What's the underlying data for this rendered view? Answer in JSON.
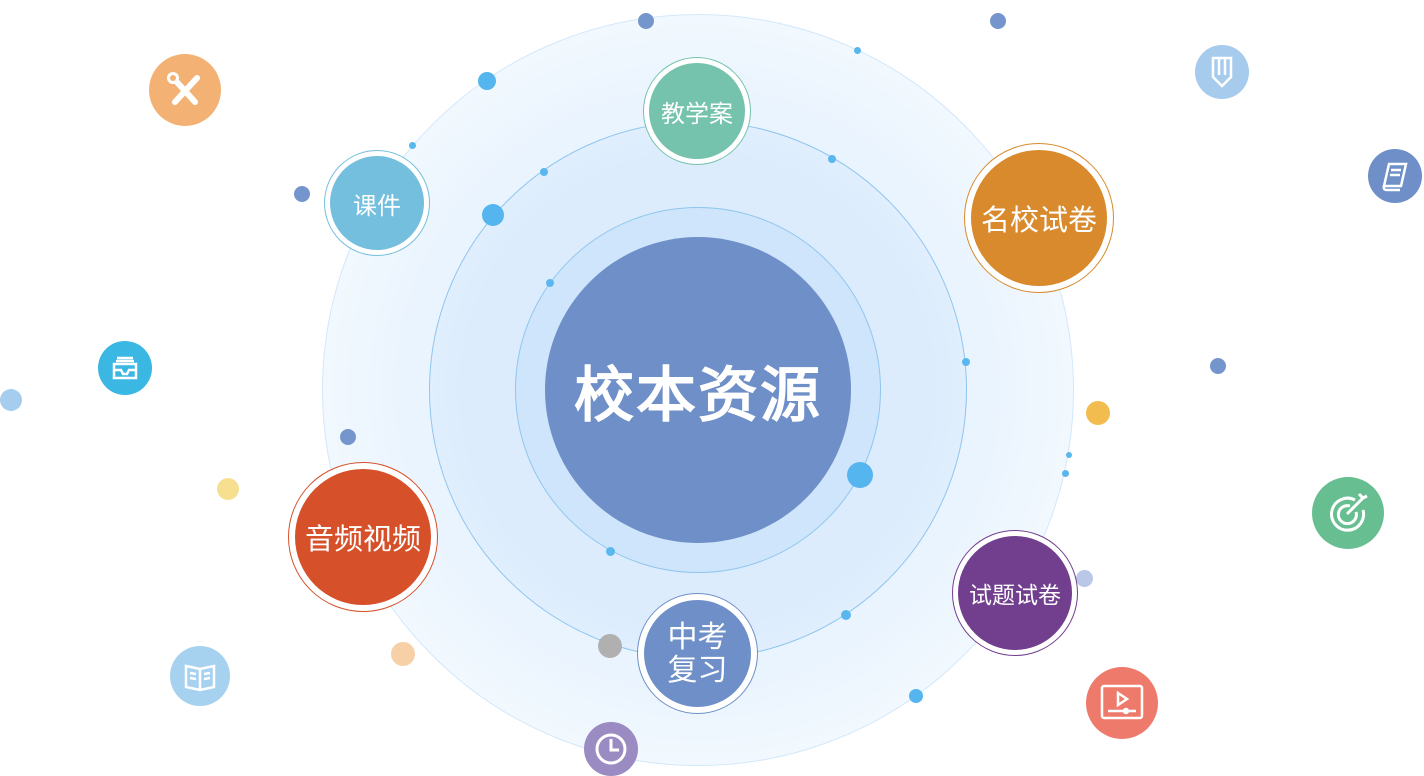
{
  "center": {
    "label": "校本资源",
    "color": "#6e8fc8"
  },
  "nodes": [
    {
      "label": "教学案",
      "color": "#76c3ad"
    },
    {
      "label": "课件",
      "color": "#74bfde"
    },
    {
      "label": "名校试卷",
      "color": "#d88a2c"
    },
    {
      "label": "音频视频",
      "color": "#d6502a"
    },
    {
      "label": "中考",
      "label2": "复习",
      "color": "#6e8fc8"
    },
    {
      "label": "试题试卷",
      "color": "#723f8e"
    }
  ],
  "icons": [
    {
      "name": "tools-icon",
      "color": "#f3b274"
    },
    {
      "name": "inbox-icon",
      "color": "#3bb7e3"
    },
    {
      "name": "book-icon",
      "color": "#a6d2f0"
    },
    {
      "name": "clock-icon",
      "color": "#9b8bc3"
    },
    {
      "name": "pencil-icon",
      "color": "#a7cbec"
    },
    {
      "name": "notebook-icon",
      "color": "#6e8fc8"
    },
    {
      "name": "target-icon",
      "color": "#67be91"
    },
    {
      "name": "video-icon",
      "color": "#ee7a6c"
    }
  ]
}
